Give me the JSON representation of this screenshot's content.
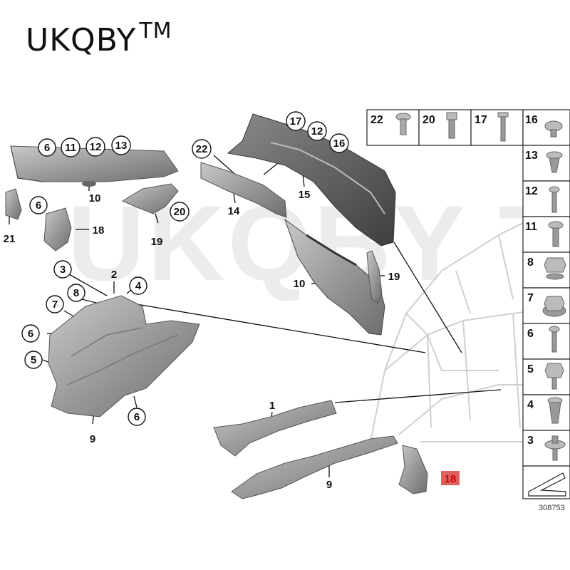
{
  "brand": {
    "name": "UKQBY",
    "tm": "TM"
  },
  "watermark": "UKQBY TM",
  "reference_number": "308753",
  "highlighted_part": "18",
  "highlight_color": "#e06060",
  "parts_table": [
    {
      "num": "22",
      "icon": "torx-bolt-short-icon"
    },
    {
      "num": "20",
      "icon": "hex-socket-bolt-icon"
    },
    {
      "num": "17",
      "icon": "long-screw-icon"
    },
    {
      "num": "16",
      "icon": "round-clip-icon"
    },
    {
      "num": "13",
      "icon": "expansion-rivet-icon"
    },
    {
      "num": "12",
      "icon": "spreader-rivet-icon"
    },
    {
      "num": "11",
      "icon": "flat-head-screw-icon"
    },
    {
      "num": "8",
      "icon": "hex-collar-nut-icon"
    },
    {
      "num": "7",
      "icon": "flange-nut-icon"
    },
    {
      "num": "6",
      "icon": "self-tapping-screw-icon"
    },
    {
      "num": "5",
      "icon": "washer-screw-icon"
    },
    {
      "num": "4",
      "icon": "expanding-nut-icon"
    },
    {
      "num": "3",
      "icon": "push-clip-icon"
    }
  ],
  "callouts": {
    "c6_top": "6",
    "c11_top": "11",
    "c12_top": "12",
    "c13_top": "13",
    "c17": "17",
    "c12_b": "12",
    "c16": "16",
    "c22": "22",
    "c6_left": "6",
    "c20": "20",
    "c3": "3",
    "c4": "4",
    "c8": "8",
    "c7": "7",
    "c6_mid": "6",
    "c5": "5",
    "c6_bot": "6"
  },
  "labels": {
    "l10_top": "10",
    "l21": "21",
    "l18_left": "18",
    "l19_left": "19",
    "l14": "14",
    "l15": "15",
    "l10_mid": "10",
    "l19_right": "19",
    "l2": "2",
    "l9_left": "9",
    "l1": "1",
    "l9_bot": "9",
    "l18_red": "18"
  }
}
